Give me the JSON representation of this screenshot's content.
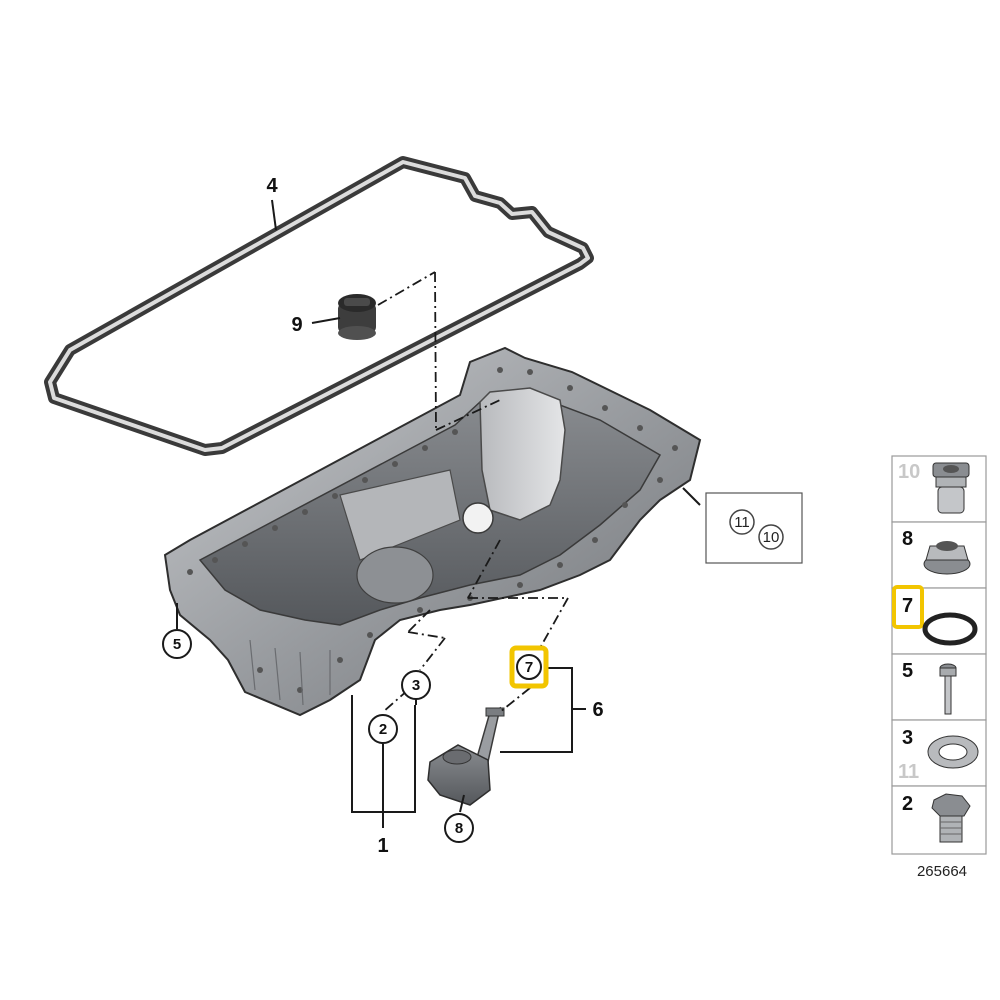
{
  "callouts": {
    "gasket": "4",
    "plug": "9",
    "pan_bolt": "5",
    "set_screw": "3",
    "drain_plug": "2",
    "oil_pan": "1",
    "oring_highlight": "7",
    "pickup_assembly": "6",
    "nut": "8",
    "ref_11": "11",
    "ref_10": "10"
  },
  "legend": {
    "rows": [
      {
        "primary": "10",
        "secondary": ""
      },
      {
        "primary": "8",
        "secondary": ""
      },
      {
        "primary": "7",
        "secondary": ""
      },
      {
        "primary": "5",
        "secondary": ""
      },
      {
        "primary": "3",
        "secondary": "11"
      },
      {
        "primary": "2",
        "secondary": ""
      }
    ]
  },
  "diagram_id": "265664",
  "colors": {
    "highlight": "#f2c500",
    "line": "#1a1a1a",
    "metal": "#9a9da1",
    "legend_grey": "#c8c8c8"
  }
}
